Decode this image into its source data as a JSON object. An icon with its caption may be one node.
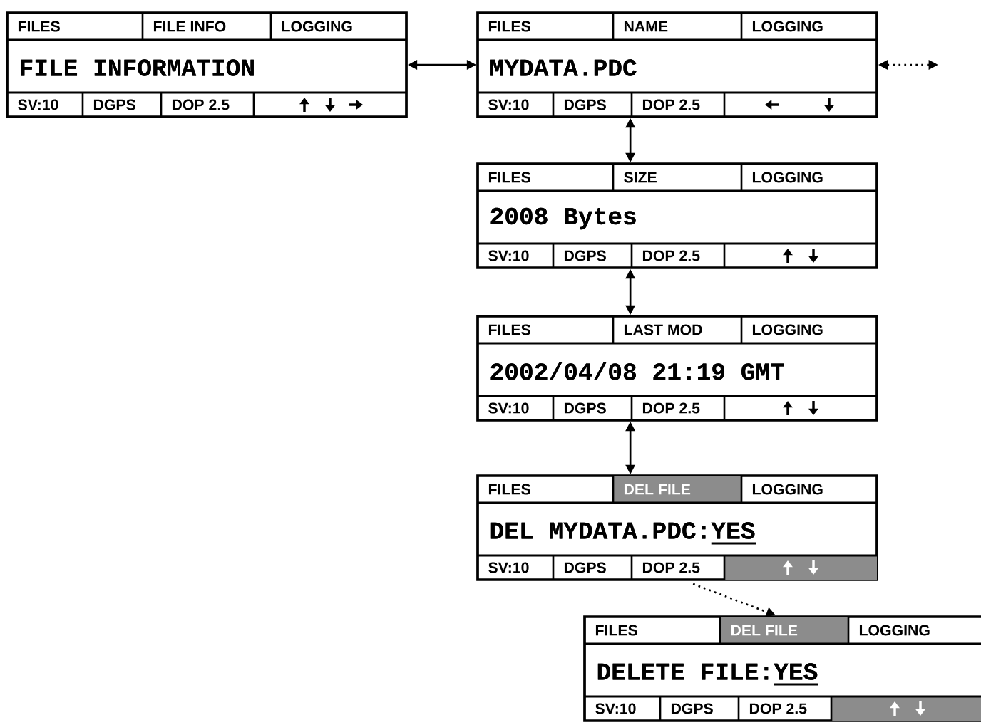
{
  "diagram": {
    "nodes": [
      {
        "text": [
          "FILES",
          "FILE INFO",
          "LOGGING",
          "FILE INFORMATION",
          "SV:10",
          "DGPS",
          "DOP 2.5"
        ]
      },
      {
        "text": [
          "FILES",
          "NAME",
          "LOGGING",
          "MYDATA.PDC",
          "SV:10",
          "DGPS",
          "DOP 2.5"
        ]
      },
      {
        "text": [
          "FILES",
          "SIZE",
          "LOGGING",
          "2008 Bytes",
          "SV:10",
          "DGPS",
          "DOP 2.5"
        ]
      },
      {
        "text": [
          "FILES",
          "LAST MOD",
          "LOGGING",
          "2002/04/08 21:19 GMT",
          "SV:10",
          "DGPS",
          "DOP 2.5"
        ]
      },
      {
        "text": [
          "FILES",
          "DEL FILE",
          "LOGGING",
          "DEL MYDATA.PDC:YES",
          "SV:10",
          "DGPS",
          "DOP 2.5"
        ]
      },
      {
        "text": [
          "FILES",
          "DEL FILE",
          "LOGGING",
          "DELETE FILE:YES",
          "SV:10",
          "DGPS",
          "DOP 2.5"
        ]
      }
    ],
    "edges": [
      {
        "from": 0,
        "to": 1,
        "arrow": "both"
      },
      {
        "from": 1,
        "to": null,
        "arrow": "both",
        "style": "dashed"
      },
      {
        "from": 1,
        "to": 2,
        "arrow": "both"
      },
      {
        "from": 2,
        "to": 3,
        "arrow": "both"
      },
      {
        "from": 3,
        "to": 4,
        "arrow": "both"
      },
      {
        "from": 4,
        "to": 5,
        "arrow": "to",
        "style": "dashed"
      }
    ]
  }
}
